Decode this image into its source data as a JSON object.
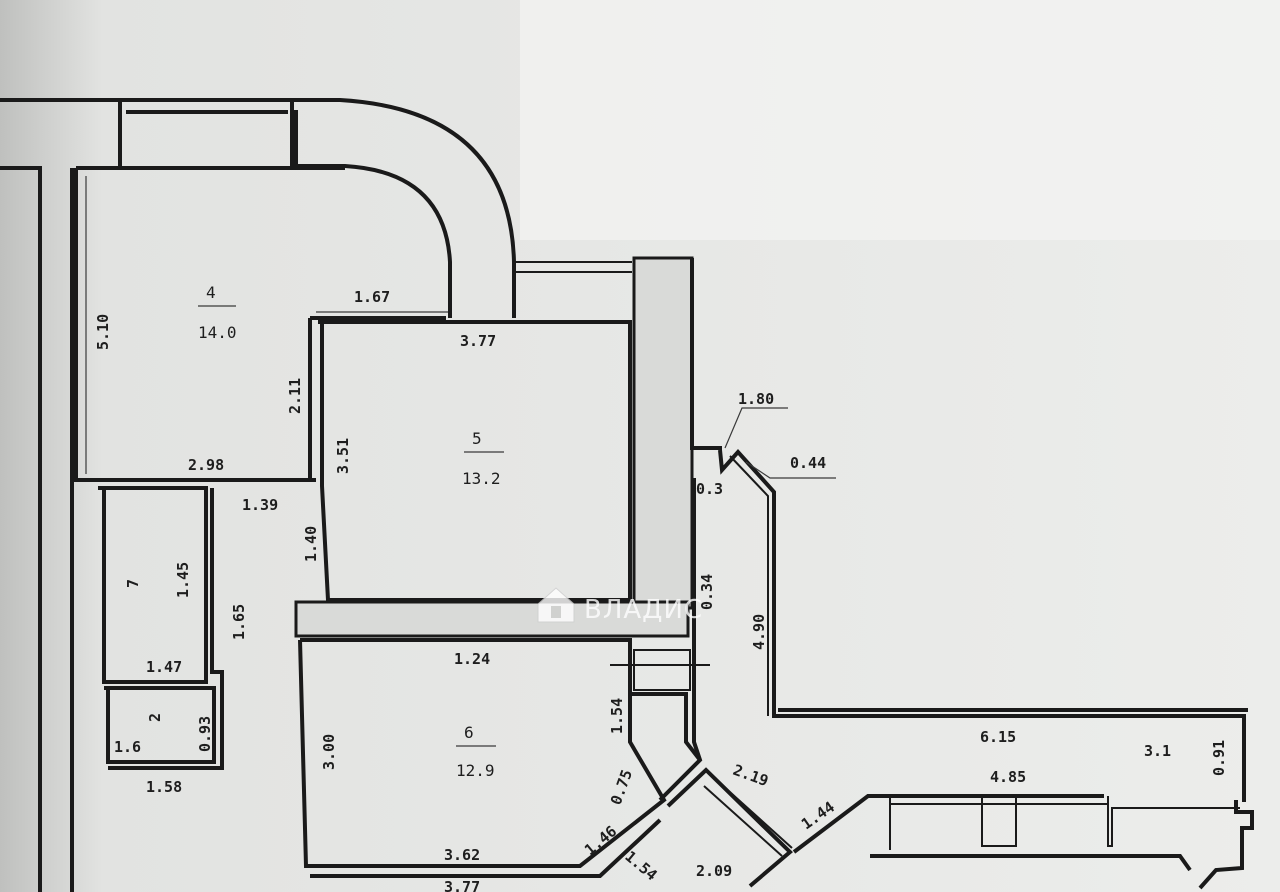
{
  "watermark": {
    "text": "ВЛАДИС",
    "icon": "house-icon"
  },
  "rooms": [
    {
      "id": "room-4",
      "number": "4",
      "area": "14.0"
    },
    {
      "id": "room-5",
      "number": "5",
      "area": "13.2"
    },
    {
      "id": "room-6",
      "number": "6",
      "area": "12.9"
    },
    {
      "id": "room-small-a",
      "number": "7",
      "area": ""
    },
    {
      "id": "room-small-b",
      "number": "2",
      "area": "1.6"
    }
  ],
  "dimensions": {
    "d1": "5.10",
    "d2": "1.67",
    "d3": "3.77",
    "d4": "2.11",
    "d5": "3.51",
    "d6": "2.98",
    "d7": "1.39",
    "d8": "1.40",
    "d9": "1.45",
    "d10": "1.65",
    "d11": "1.47",
    "d12": "0.93",
    "d13": "1.58",
    "d14": "1.80",
    "d15": "0.44",
    "d16": "0.3",
    "d17": "0.34",
    "d18": "4.90",
    "d19": "1.24",
    "d20": "1.54",
    "d21": "3.00",
    "d22": "0.75",
    "d23": "2.19",
    "d24": "1.44",
    "d25": "6.15",
    "d26": "3.1",
    "d27": "0.91",
    "d28": "4.85",
    "d29": "3.62",
    "d30": "1.46",
    "d31": "1.54",
    "d32": "2.09",
    "d33": "3.77"
  }
}
